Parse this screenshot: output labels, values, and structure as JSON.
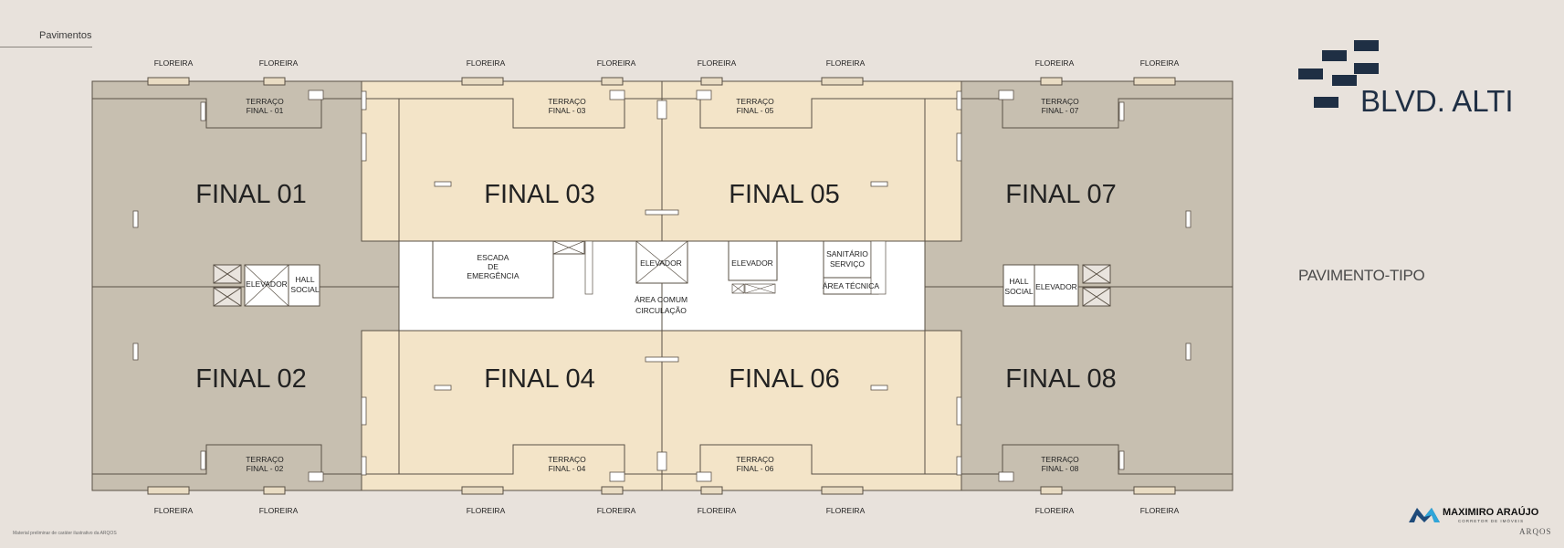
{
  "header": {
    "breadcrumb": "Pavimentos"
  },
  "brand": {
    "logo_text": "BLVD. ALTI",
    "logo_color": "#1f2f44"
  },
  "page": {
    "subtitle": "PAVIMENTO-TIPO"
  },
  "colors": {
    "background": "#e8e2dc",
    "dark_units": "#c7bfb0",
    "light_units": "#f3e4c8",
    "common_area": "#ffffff",
    "lines": "#5a5146"
  },
  "plan": {
    "units": [
      "FINAL 01",
      "FINAL 02",
      "FINAL 03",
      "FINAL 04",
      "FINAL 05",
      "FINAL 06",
      "FINAL 07",
      "FINAL 08"
    ],
    "terraces": {
      "t1_top": "TERRAÇO",
      "t1_bot": "FINAL - 01",
      "t2_top": "TERRAÇO",
      "t2_bot": "FINAL - 02",
      "t3_top": "TERRAÇO",
      "t3_bot": "FINAL - 03",
      "t4_top": "TERRAÇO",
      "t4_bot": "FINAL - 04",
      "t5_top": "TERRAÇO",
      "t5_bot": "FINAL - 05",
      "t6_top": "TERRAÇO",
      "t6_bot": "FINAL - 06",
      "t7_top": "TERRAÇO",
      "t7_bot": "FINAL - 07",
      "t8_top": "TERRAÇO",
      "t8_bot": "FINAL - 08"
    },
    "planter_label": "FLOREIRA",
    "elevator": "ELEVADOR",
    "hall_top": "HALL",
    "hall_bottom": "SOCIAL",
    "stair_top": "ESCADA",
    "stair_mid": "DE",
    "stair_bot": "EMERGÊNCIA",
    "service_wc_top": "SANITÁRIO",
    "service_wc_bot": "SERVIÇO",
    "tech_area": "ÁREA TÉCNICA",
    "common_top": "ÁREA COMUM",
    "common_bot": "CIRCULAÇÃO"
  },
  "footer": {
    "disclaimer": "Material preliminar de caráter ilustrativo da ARQOS",
    "agency": "MAXIMIRO ARAÚJO",
    "agency_tagline": "CORRETOR DE IMÓVEIS",
    "credit": "ARQOS"
  }
}
